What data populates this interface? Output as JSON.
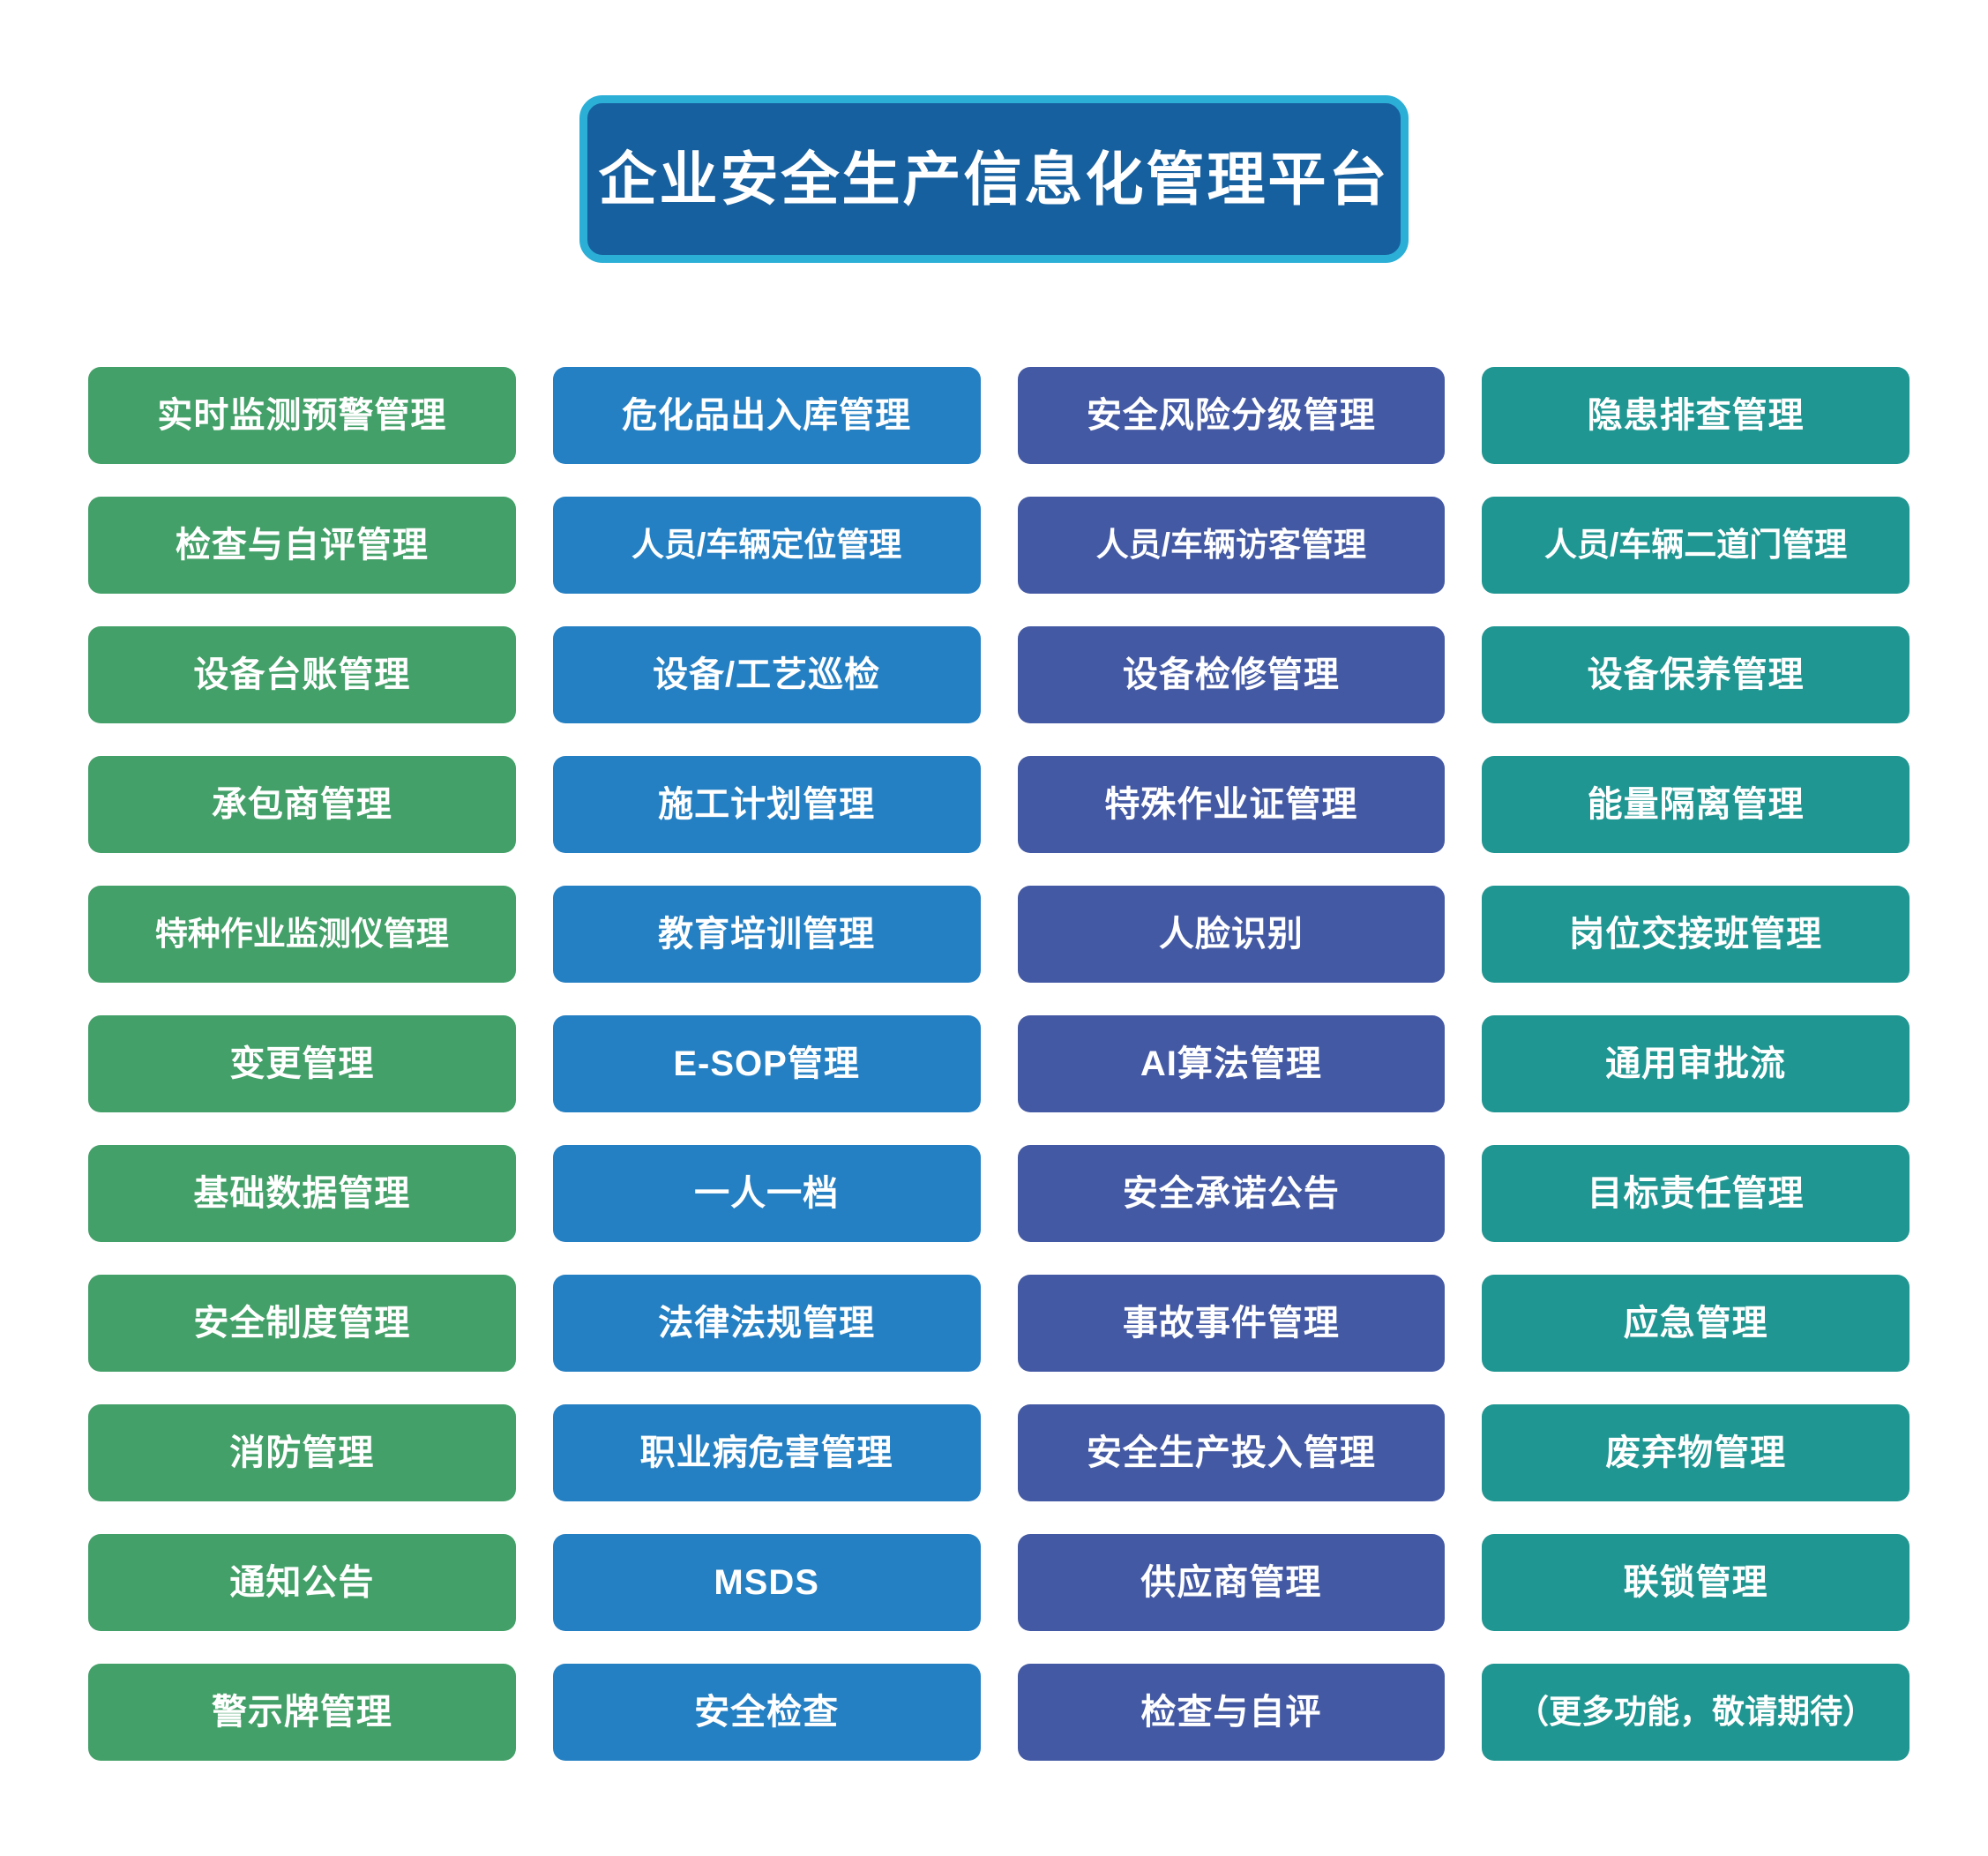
{
  "header": {
    "title": "企业安全生产信息化管理平台",
    "banner_fill_color": "#17609f",
    "banner_border_color": "#2bafd6"
  },
  "theme": {
    "background": "#ffffff",
    "column_colors": [
      "#43a068",
      "#2580c3",
      "#4459a4",
      "#1f9691"
    ],
    "label_color": "#ffffff"
  },
  "modules": {
    "columns": [
      {
        "name": "column-green",
        "color": "#43a068",
        "items": [
          "实时监测预警管理",
          "检查与自评管理",
          "设备台账管理",
          "承包商管理",
          "特种作业监测仪管理",
          "变更管理",
          "基础数据管理",
          "安全制度管理",
          "消防管理",
          "通知公告",
          "警示牌管理"
        ]
      },
      {
        "name": "column-blue",
        "color": "#2580c3",
        "items": [
          "危化品出入库管理",
          "人员/车辆定位管理",
          "设备/工艺巡检",
          "施工计划管理",
          "教育培训管理",
          "E-SOP管理",
          "一人一档",
          "法律法规管理",
          "职业病危害管理",
          "MSDS",
          "安全检查"
        ]
      },
      {
        "name": "column-indigo",
        "color": "#4459a4",
        "items": [
          "安全风险分级管理",
          "人员/车辆访客管理",
          "设备检修管理",
          "特殊作业证管理",
          "人脸识别",
          "AI算法管理",
          "安全承诺公告",
          "事故事件管理",
          "安全生产投入管理",
          "供应商管理",
          "检查与自评"
        ]
      },
      {
        "name": "column-teal",
        "color": "#1f9691",
        "items": [
          "隐患排查管理",
          "人员/车辆二道门管理",
          "设备保养管理",
          "能量隔离管理",
          "岗位交接班管理",
          "通用审批流",
          "目标责任管理",
          "应急管理",
          "废弃物管理",
          "联锁管理",
          "（更多功能，敬请期待）"
        ]
      }
    ],
    "rows": [
      [
        "实时监测预警管理",
        "危化品出入库管理",
        "安全风险分级管理",
        "隐患排查管理"
      ],
      [
        "检查与自评管理",
        "人员/车辆定位管理",
        "人员/车辆访客管理",
        "人员/车辆二道门管理"
      ],
      [
        "设备台账管理",
        "设备/工艺巡检",
        "设备检修管理",
        "设备保养管理"
      ],
      [
        "承包商管理",
        "施工计划管理",
        "特殊作业证管理",
        "能量隔离管理"
      ],
      [
        "特种作业监测仪管理",
        "教育培训管理",
        "人脸识别",
        "岗位交接班管理"
      ],
      [
        "变更管理",
        "E-SOP管理",
        "AI算法管理",
        "通用审批流"
      ],
      [
        "基础数据管理",
        "一人一档",
        "安全承诺公告",
        "目标责任管理"
      ],
      [
        "安全制度管理",
        "法律法规管理",
        "事故事件管理",
        "应急管理"
      ],
      [
        "消防管理",
        "职业病危害管理",
        "安全生产投入管理",
        "废弃物管理"
      ],
      [
        "通知公告",
        "MSDS",
        "供应商管理",
        "联锁管理"
      ],
      [
        "警示牌管理",
        "安全检查",
        "检查与自评",
        "（更多功能，敬请期待）"
      ]
    ]
  }
}
